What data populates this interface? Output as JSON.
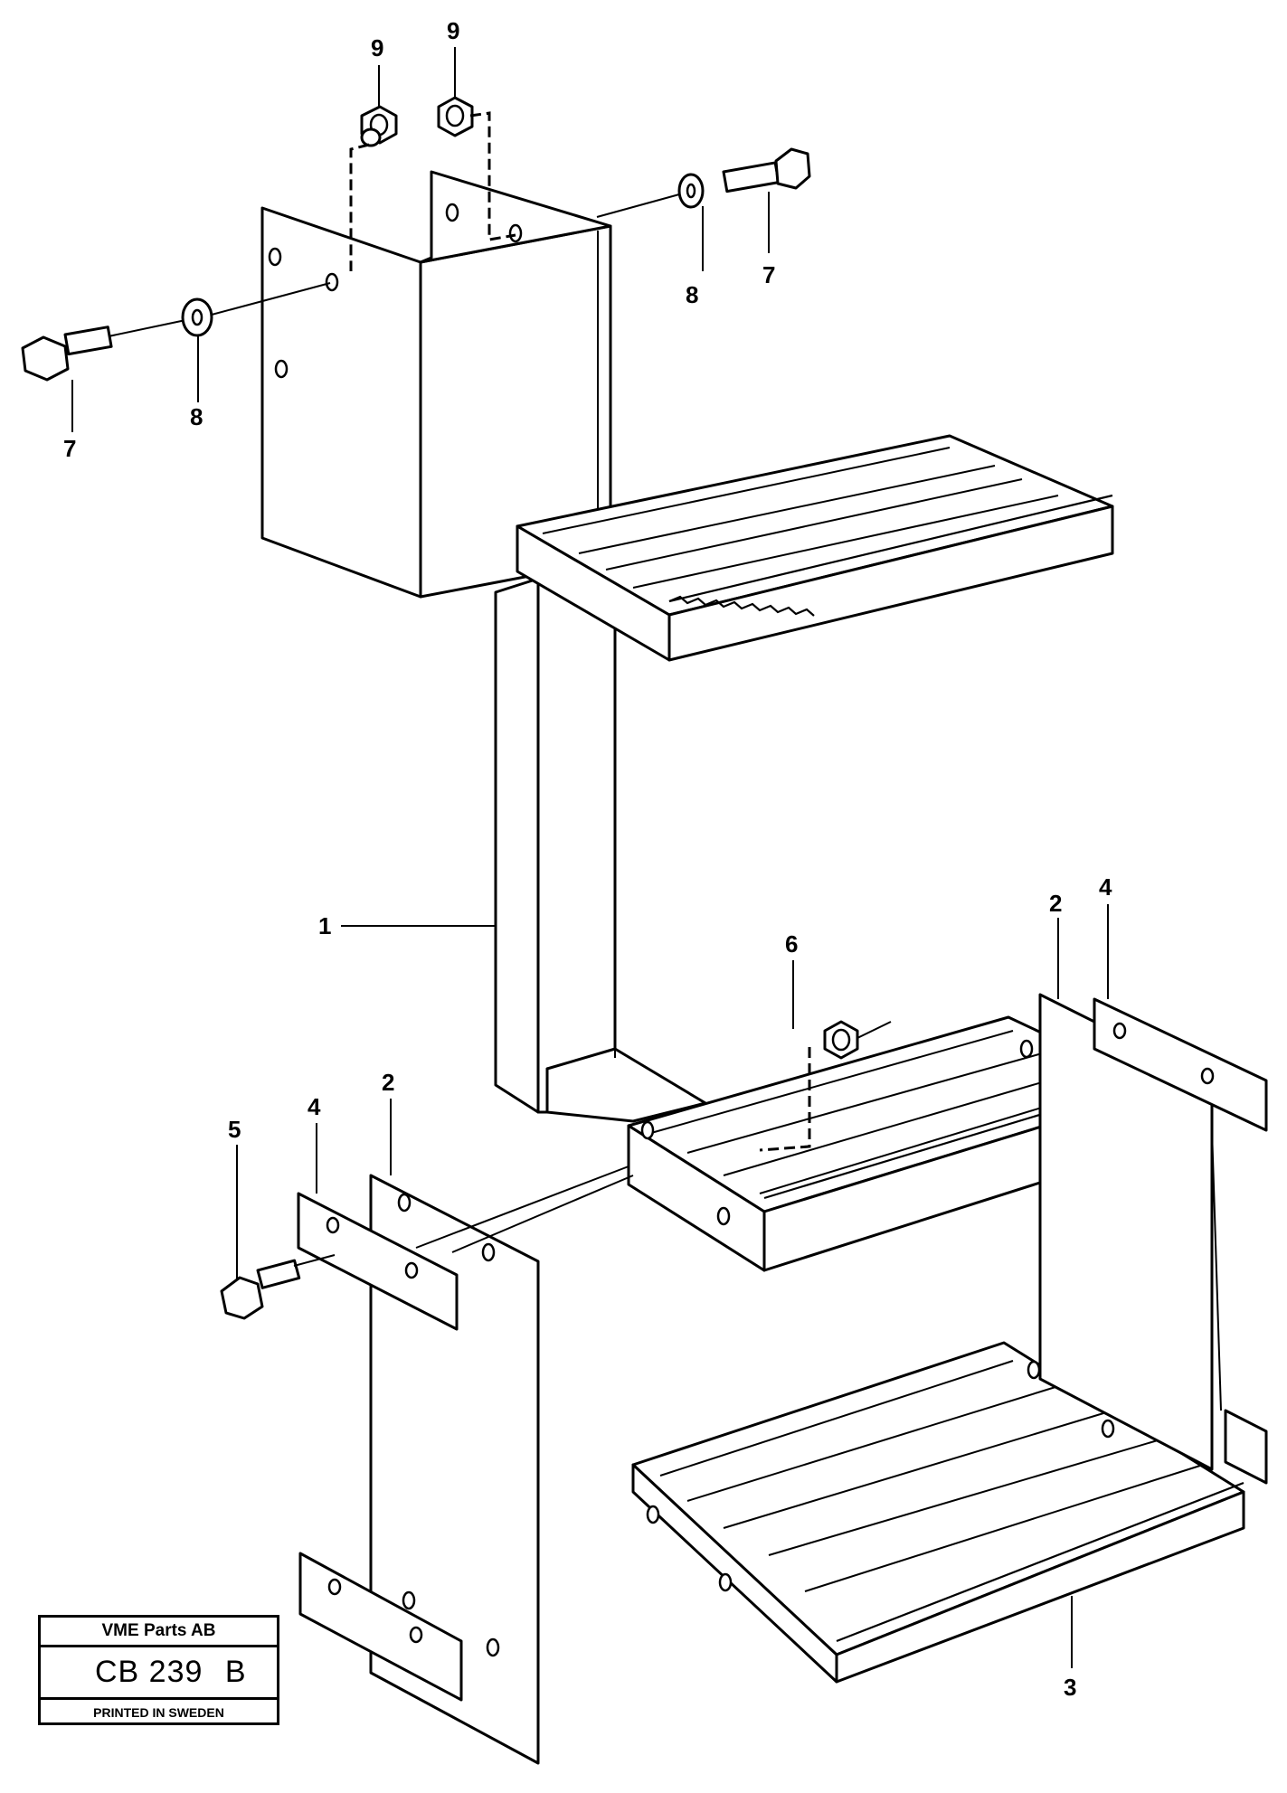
{
  "callouts": [
    {
      "id": "callout-9a",
      "text": "9"
    },
    {
      "id": "callout-9b",
      "text": "9"
    },
    {
      "id": "callout-8a",
      "text": "8"
    },
    {
      "id": "callout-7a",
      "text": "7"
    },
    {
      "id": "callout-8b",
      "text": "8"
    },
    {
      "id": "callout-7b",
      "text": "7"
    },
    {
      "id": "callout-1",
      "text": "1"
    },
    {
      "id": "callout-2a",
      "text": "2"
    },
    {
      "id": "callout-4a",
      "text": "4"
    },
    {
      "id": "callout-6",
      "text": "6"
    },
    {
      "id": "callout-5",
      "text": "5"
    },
    {
      "id": "callout-4b",
      "text": "4"
    },
    {
      "id": "callout-2b",
      "text": "2"
    },
    {
      "id": "callout-3",
      "text": "3"
    }
  ],
  "stamp": {
    "company": "VME Parts AB",
    "code": "CB 239",
    "revision": "B",
    "printed": "PRINTED IN SWEDEN"
  }
}
